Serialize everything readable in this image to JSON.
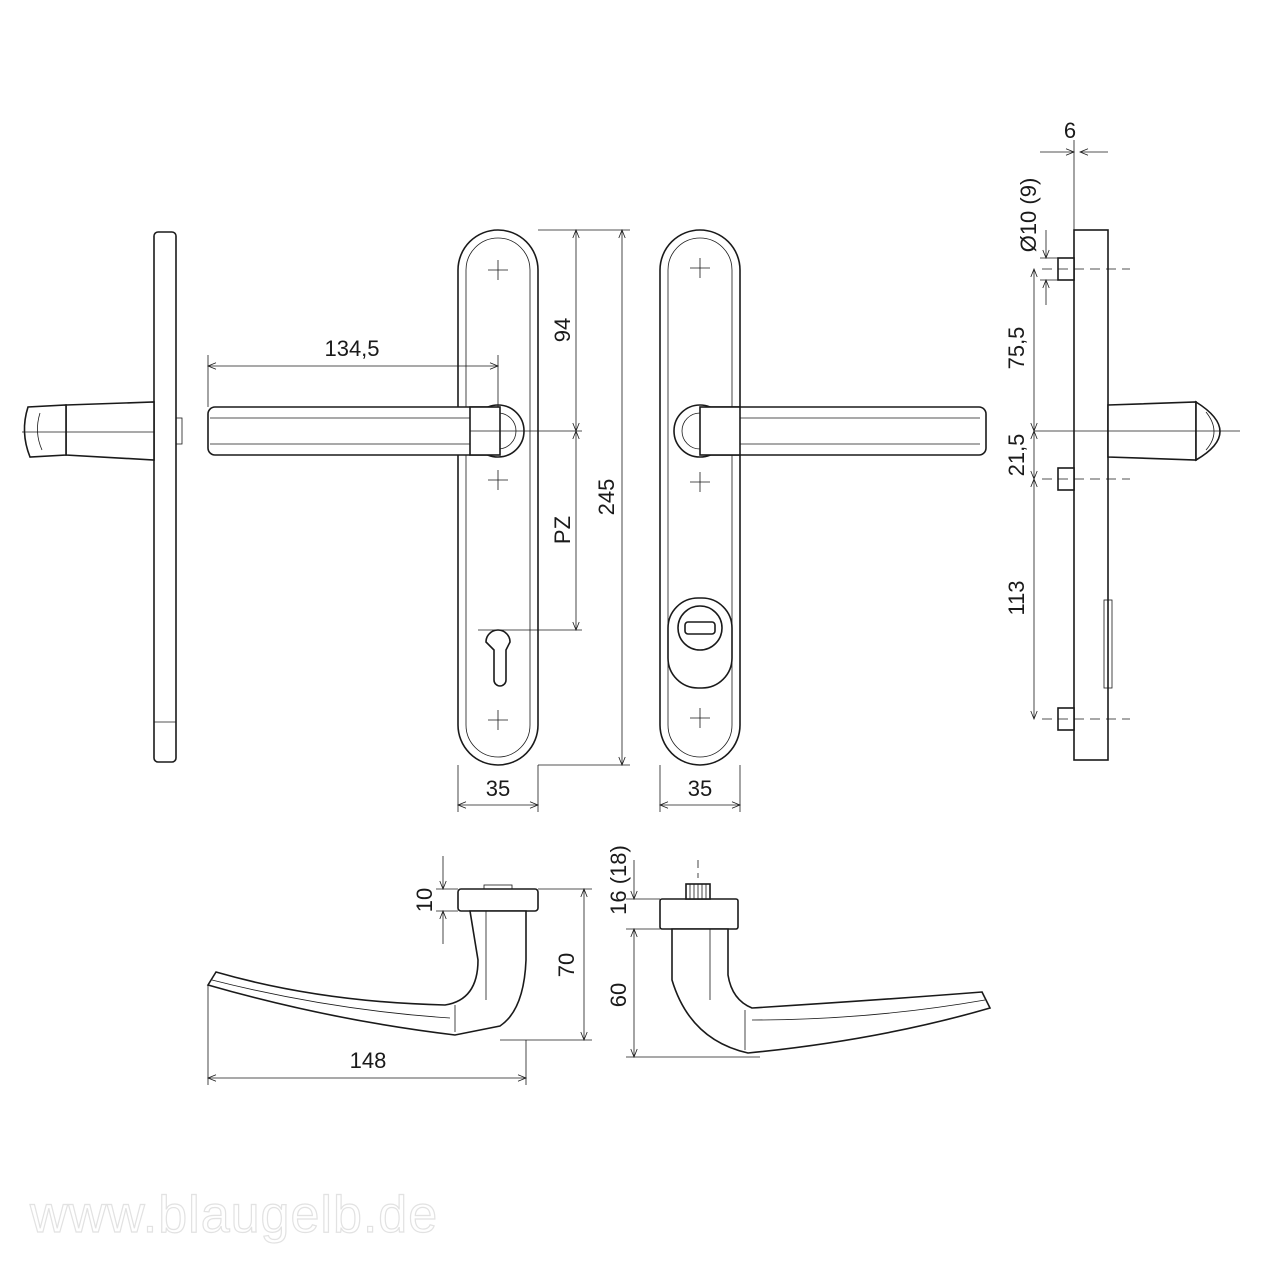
{
  "dimensions": {
    "lever_length": "134,5",
    "upper_spacing": "94",
    "plate_length": "245",
    "pz": "PZ",
    "plate_width_left": "35",
    "plate_width_right": "35",
    "side_thickness": "6",
    "bolt_diameter": "Ø10 (9)",
    "side_75": "75,5",
    "side_21": "21,5",
    "side_113": "113",
    "rose_height": "10",
    "handle_height": "70",
    "handle_length": "148",
    "rose_height_alt": "16 (18)",
    "handle_height_alt": "60"
  },
  "watermark": "www.blaugelb.de"
}
